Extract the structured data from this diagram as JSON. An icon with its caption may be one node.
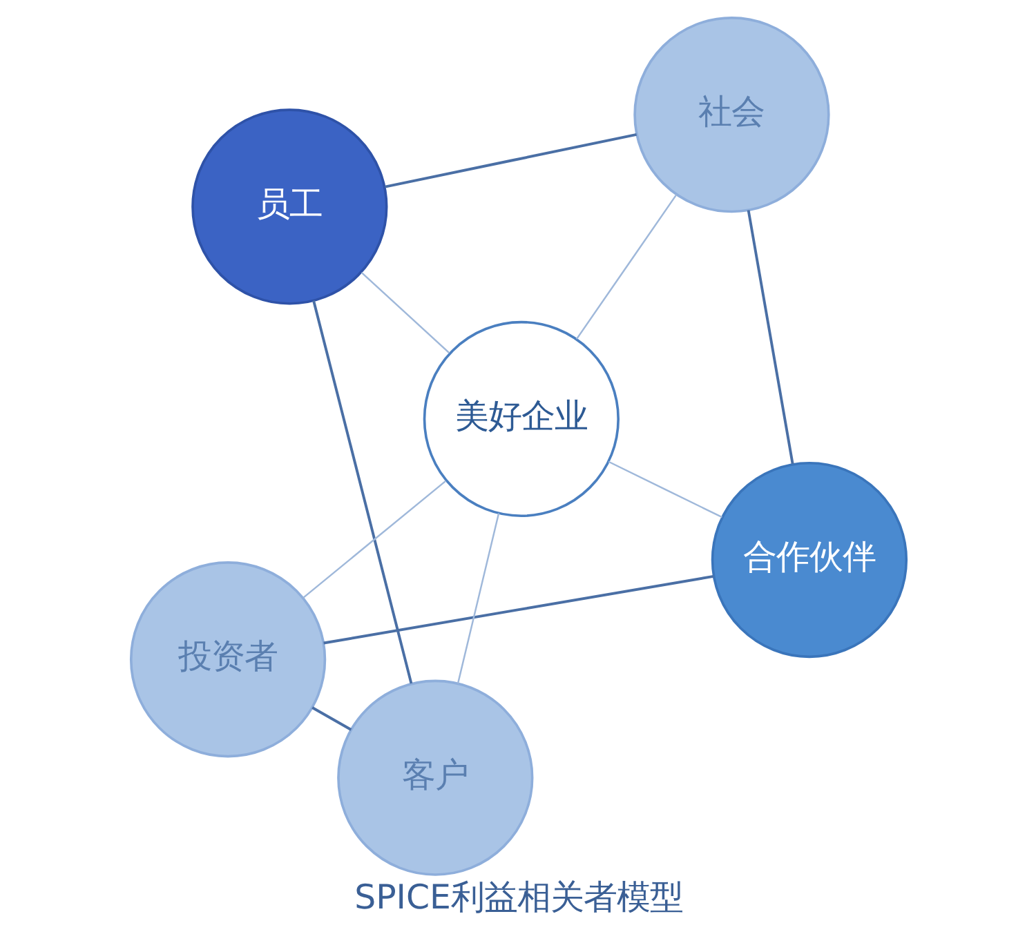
{
  "diagram": {
    "caption": "SPICE利益相关者模型",
    "nodes": [
      {
        "text": [
          "投资者"
        ]
      },
      {
        "text": [
          "合作伙伴"
        ]
      },
      {
        "text": [
          "客户"
        ]
      },
      {
        "text": [
          "美好企业"
        ]
      },
      {
        "text": [
          "社会"
        ]
      },
      {
        "text": [
          "员工"
        ]
      }
    ],
    "edges": [
      {
        "from": 0,
        "to": 2,
        "arrow": "none"
      },
      {
        "from": 2,
        "to": 5,
        "arrow": "none"
      },
      {
        "from": 5,
        "to": 4,
        "arrow": "none"
      },
      {
        "from": 4,
        "to": 1,
        "arrow": "none"
      },
      {
        "from": 1,
        "to": 0,
        "arrow": "none"
      },
      {
        "from": 3,
        "to": 0,
        "arrow": "none",
        "color": "#9fb8da"
      },
      {
        "from": 3,
        "to": 1,
        "arrow": "none",
        "color": "#9fb8da"
      },
      {
        "from": 3,
        "to": 2,
        "arrow": "none",
        "color": "#9fb8da"
      },
      {
        "from": 3,
        "to": 4,
        "arrow": "none",
        "color": "#9fb8da"
      },
      {
        "from": 3,
        "to": 5,
        "arrow": "none",
        "color": "#9fb8da"
      }
    ]
  }
}
